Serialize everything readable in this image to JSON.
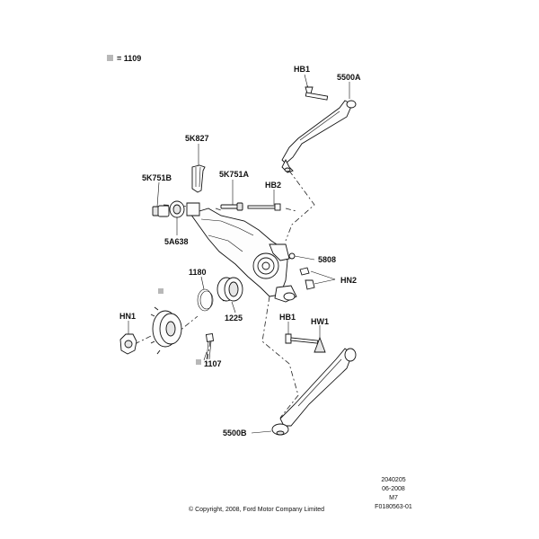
{
  "legend": {
    "marker_color": "#b8b8b8",
    "text": "= 1109"
  },
  "labels": {
    "hb1_top": "HB1",
    "p5500a": "5500A",
    "p5k827": "5K827",
    "p5k751b": "5K751B",
    "p5k751a": "5K751A",
    "hb2": "HB2",
    "p5a638": "5A638",
    "p5808": "5808",
    "p1180": "1180",
    "hn2": "HN2",
    "hn1": "HN1",
    "p1225": "1225",
    "hb1_bottom": "HB1",
    "hw1": "HW1",
    "p1107": "1107",
    "p5500b": "5500B"
  },
  "footer": {
    "copyright": "© Copyright, 2008, Ford Motor Company Limited",
    "codes": [
      "2040205",
      "06-2008",
      "M7",
      "F0180563-01"
    ]
  }
}
